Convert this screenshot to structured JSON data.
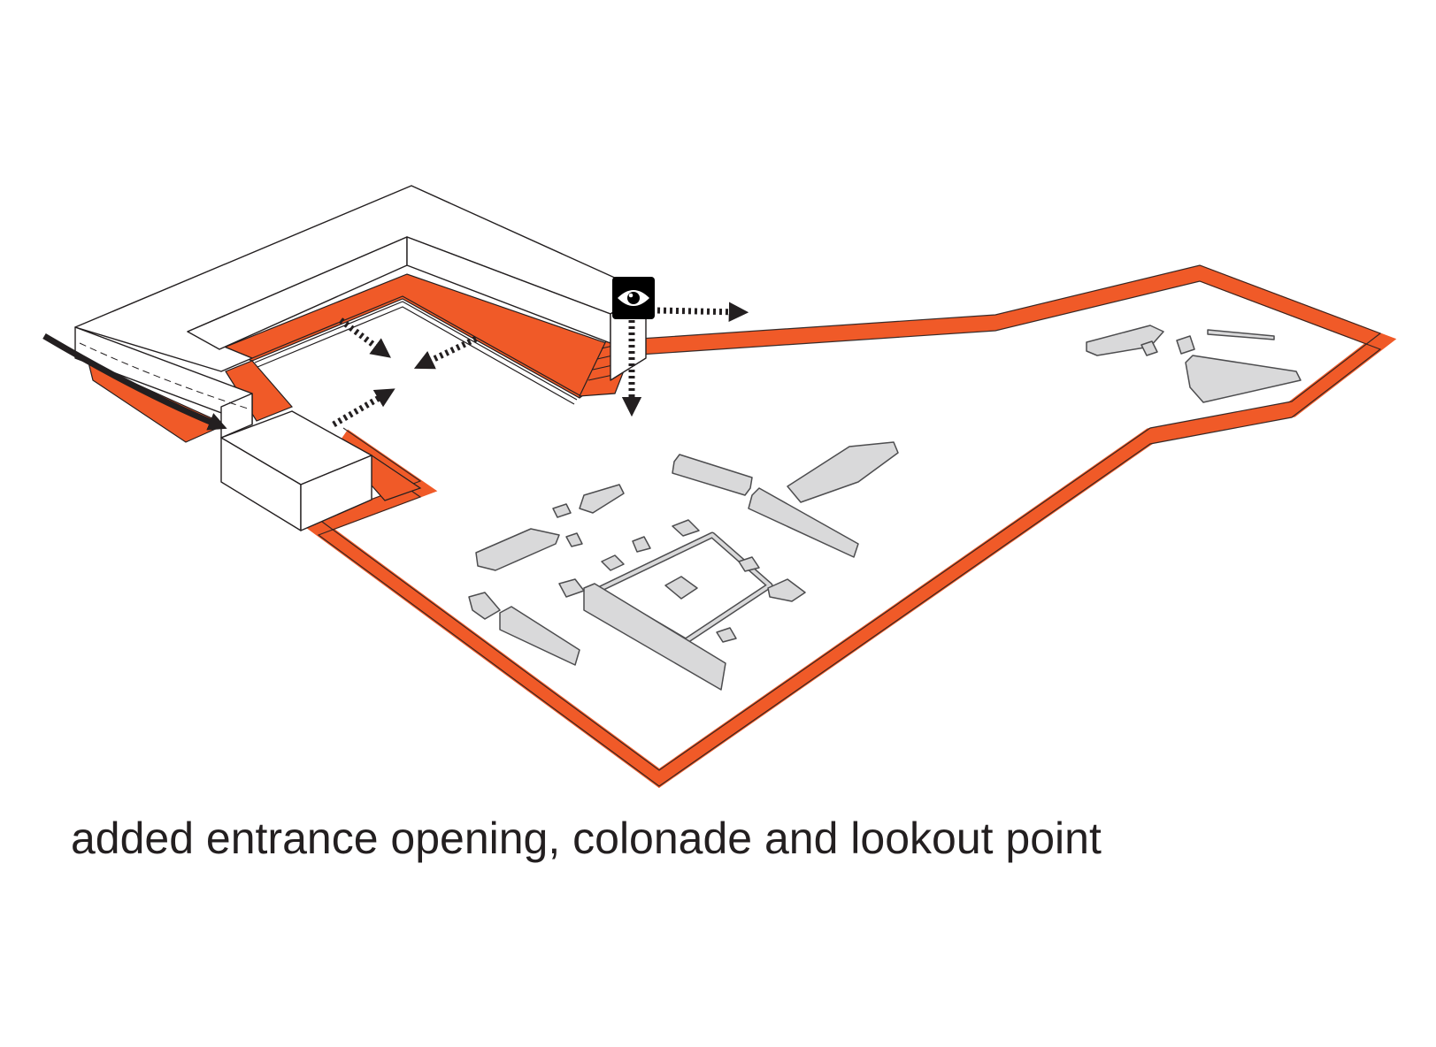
{
  "caption": "added entrance opening, colonade and lookout point",
  "colors": {
    "boundary": "#f05a28",
    "ruins": "#d9d9da",
    "ruin_stroke": "#4d4d4f",
    "line": "#231f20",
    "building": "#ffffff"
  },
  "icons": [
    "eye-icon",
    "entrance-arrow",
    "view-arrow"
  ]
}
